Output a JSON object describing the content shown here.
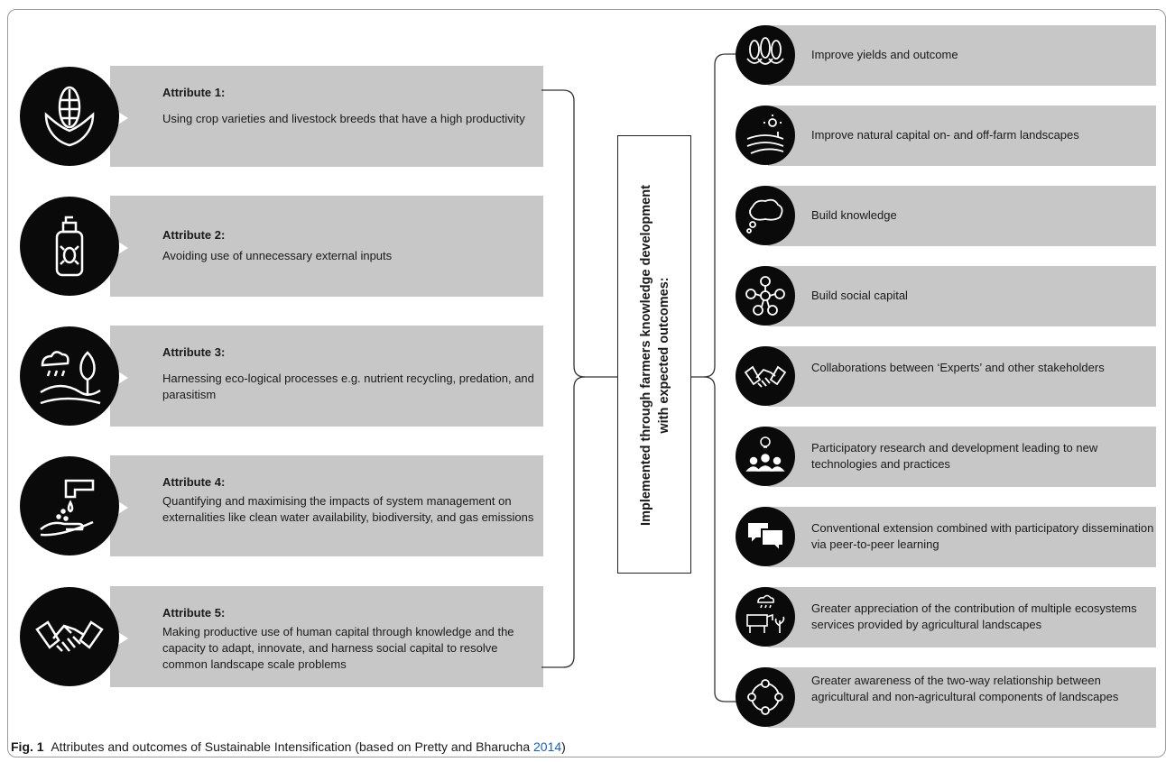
{
  "attributes": [
    {
      "title": "Attribute 1:",
      "desc": "Using crop varieties and livestock breeds that have a high productivity",
      "icon": "corn-icon"
    },
    {
      "title": "Attribute 2:",
      "desc": "Avoiding use of unnecessary external inputs",
      "icon": "pesticide-spray-icon"
    },
    {
      "title": "Attribute 3:",
      "desc": "Harnessing eco-logical processes e.g. nutrient recycling, predation, and parasitism",
      "icon": "rain-tree-landscape-icon"
    },
    {
      "title": "Attribute 4:",
      "desc": "Quantifying and maximising the impacts of system management on externalities like clean water availability, biodiversity, and gas emissions",
      "icon": "water-tap-hand-icon"
    },
    {
      "title": "Attribute 5:",
      "desc": "Making productive use of human capital through knowledge and the capacity to adapt, innovate, and harness social capital to resolve common landscape scale problems",
      "icon": "handshake-icon"
    }
  ],
  "middle": {
    "line1": "Implemented through farmers knowledge development",
    "line2": "with expected outcomes:"
  },
  "outcomes": [
    {
      "label": "Improve yields and outcome",
      "icon": "corn-row-icon"
    },
    {
      "label": "Improve natural capital on- and off-farm landscapes",
      "icon": "sun-field-icon"
    },
    {
      "label": "Build knowledge",
      "icon": "thought-cloud-icon"
    },
    {
      "label": "Build social capital",
      "icon": "network-people-icon"
    },
    {
      "label": "Collaborations between ‘Experts’ and other stakeholders",
      "icon": "handshake-icon"
    },
    {
      "label": "Participatory research and development leading to new technologies and practices",
      "icon": "group-idea-icon"
    },
    {
      "label": "Conventional extension combined with participatory dissemination via peer-to-peer learning",
      "icon": "chat-bubbles-icon"
    },
    {
      "label": "Greater appreciation of the contribution of multiple ecosystems services provided by agricultural landscapes",
      "icon": "cow-plant-rain-icon"
    },
    {
      "label": "Greater awareness of the two-way relationship between agricultural and non-agricultural components of landscapes",
      "icon": "cycle-icon"
    }
  ],
  "caption": {
    "label": "Fig. 1",
    "text": "Attributes and outcomes of Sustainable Intensification (based on Pretty and Bharucha ",
    "year": "2014",
    "close": ")"
  }
}
